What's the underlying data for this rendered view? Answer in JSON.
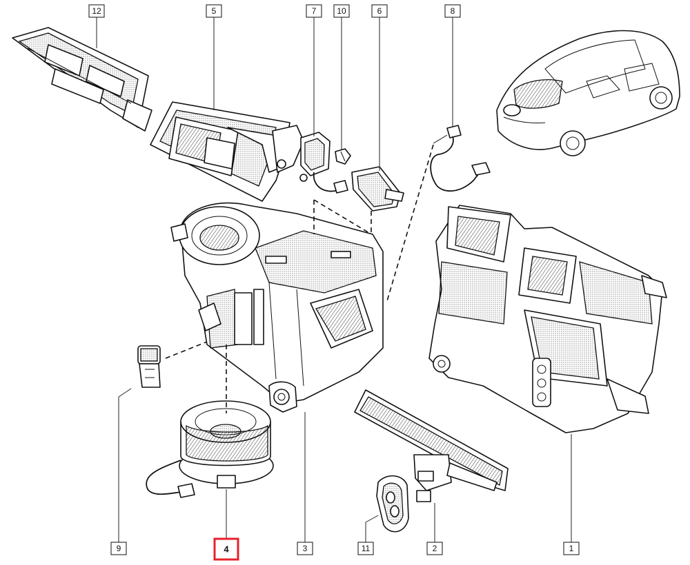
{
  "highlight_color": "#e8202a",
  "callouts": [
    {
      "label": "12"
    },
    {
      "label": "5"
    },
    {
      "label": "7"
    },
    {
      "label": "10"
    },
    {
      "label": "6"
    },
    {
      "label": "8"
    },
    {
      "label": "9"
    },
    {
      "label": "4",
      "highlighted": true
    },
    {
      "label": "3"
    },
    {
      "label": "11"
    },
    {
      "label": "2"
    },
    {
      "label": "1"
    }
  ]
}
